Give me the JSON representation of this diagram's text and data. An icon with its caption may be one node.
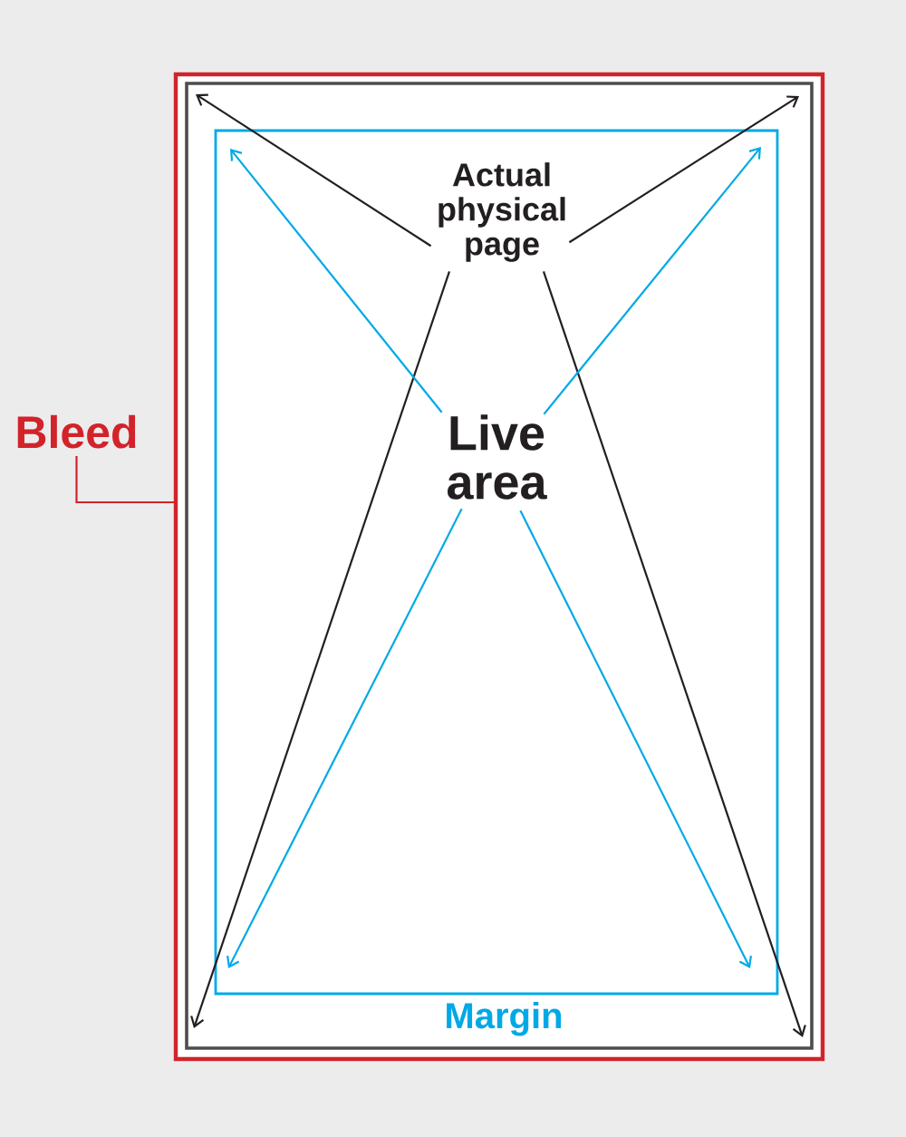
{
  "diagram": {
    "nodes": [
      {
        "text": [],
        "shape": "box"
      },
      {
        "text": [],
        "shape": "box",
        "in": 0
      },
      {
        "text": [],
        "shape": "box",
        "in": 1
      },
      {
        "text": [
          "Actual physical page"
        ],
        "in": 2
      },
      {
        "text": [
          "Live area"
        ],
        "in": 2
      },
      {
        "text": [
          "Bleed"
        ]
      }
    ],
    "edges": [
      {
        "from": 3,
        "to": 1,
        "arrow": "to"
      },
      {
        "from": 3,
        "to": 1,
        "arrow": "to"
      },
      {
        "from": 3,
        "to": 1,
        "arrow": "to"
      },
      {
        "from": 3,
        "to": 1,
        "arrow": "to"
      },
      {
        "from": 4,
        "to": 2,
        "arrow": "to",
        "color": "#00a9e6"
      },
      {
        "from": 4,
        "to": 2,
        "arrow": "to",
        "color": "#00a9e6"
      },
      {
        "from": 4,
        "to": 2,
        "arrow": "to",
        "color": "#00a9e6"
      },
      {
        "from": 4,
        "to": 2,
        "arrow": "to",
        "color": "#00a9e6"
      },
      {
        "from": 5,
        "to": 0,
        "arrow": "none",
        "color": "#d2232a"
      }
    ],
    "labels": [
      "Margin"
    ]
  }
}
